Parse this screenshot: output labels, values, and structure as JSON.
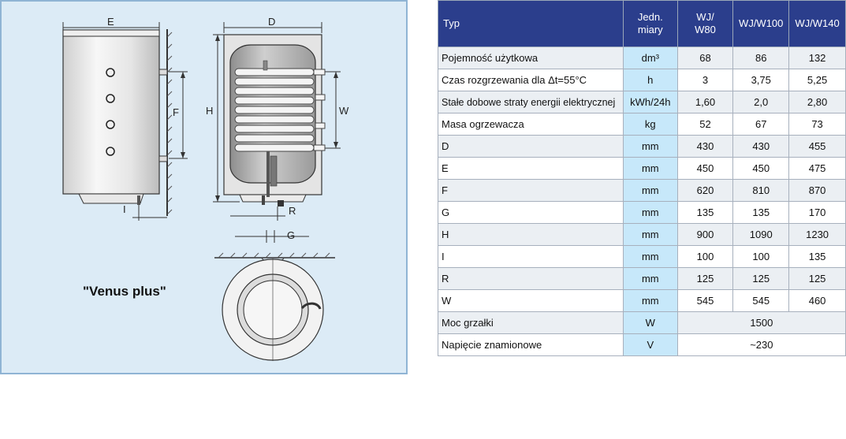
{
  "diagram": {
    "model_name": "\"Venus plus\"",
    "dim_labels": {
      "E": "E",
      "D": "D",
      "F": "F",
      "H": "H",
      "W": "W",
      "I": "I",
      "R": "R",
      "G": "G"
    }
  },
  "table": {
    "headers": {
      "typ": "Typ",
      "unit": "Jedn. miary",
      "c1": "WJ/ W80",
      "c2": "WJ/W100",
      "c3": "WJ/W140"
    },
    "rows": [
      {
        "label": "Pojemność użytkowa",
        "unit": "dm³",
        "v1": "68",
        "v2": "86",
        "v3": "132"
      },
      {
        "label": "Czas rozgrzewania dla Δt=55°C",
        "unit": "h",
        "v1": "3",
        "v2": "3,75",
        "v3": "5,25"
      },
      {
        "label": "Stałe dobowe straty energii elektrycznej",
        "unit": "kWh/24h",
        "v1": "1,60",
        "v2": "2,0",
        "v3": "2,80"
      },
      {
        "label": "Masa ogrzewacza",
        "unit": "kg",
        "v1": "52",
        "v2": "67",
        "v3": "73"
      },
      {
        "label": "D",
        "unit": "mm",
        "v1": "430",
        "v2": "430",
        "v3": "455"
      },
      {
        "label": "E",
        "unit": "mm",
        "v1": "450",
        "v2": "450",
        "v3": "475"
      },
      {
        "label": "F",
        "unit": "mm",
        "v1": "620",
        "v2": "810",
        "v3": "870"
      },
      {
        "label": "G",
        "unit": "mm",
        "v1": "135",
        "v2": "135",
        "v3": "170"
      },
      {
        "label": "H",
        "unit": "mm",
        "v1": "900",
        "v2": "1090",
        "v3": "1230"
      },
      {
        "label": "I",
        "unit": "mm",
        "v1": "100",
        "v2": "100",
        "v3": "135"
      },
      {
        "label": "R",
        "unit": "mm",
        "v1": "125",
        "v2": "125",
        "v3": "125"
      },
      {
        "label": "W",
        "unit": "mm",
        "v1": "545",
        "v2": "545",
        "v3": "460"
      }
    ],
    "merged_rows": [
      {
        "label": "Moc grzałki",
        "unit": "W",
        "value": "1500"
      },
      {
        "label": "Napięcie znamionowe",
        "unit": "V",
        "value": "~230"
      }
    ]
  }
}
